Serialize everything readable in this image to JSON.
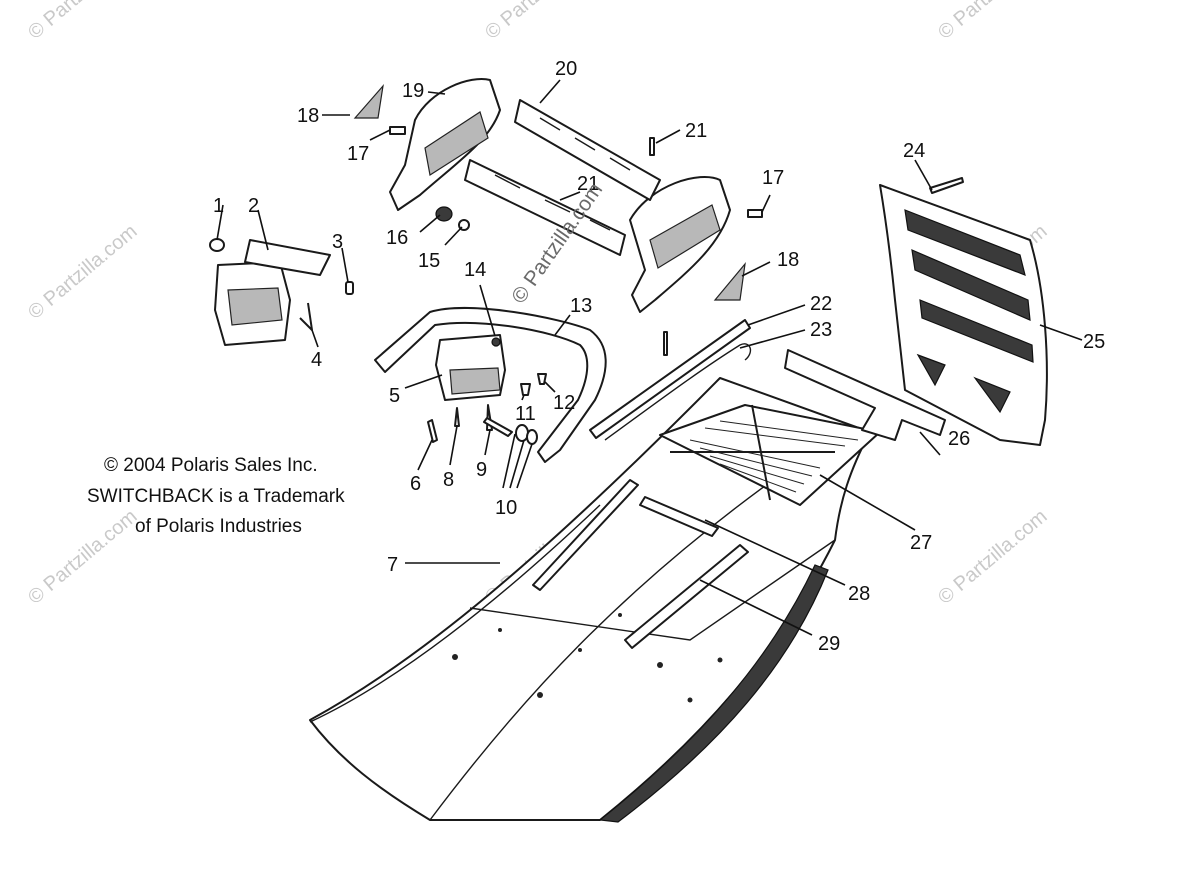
{
  "copyright": {
    "line1": "© 2004 Polaris Sales Inc.",
    "line2": "SWITCHBACK is a Trademark",
    "line3": "of Polaris Industries"
  },
  "watermark": {
    "text": "© Partzilla.com",
    "center_text": "© Partzilla.com"
  },
  "callouts": {
    "c1": "1",
    "c2": "2",
    "c3": "3",
    "c4": "4",
    "c5": "5",
    "c6": "6",
    "c7": "7",
    "c8": "8",
    "c9": "9",
    "c10": "10",
    "c11": "11",
    "c12": "12",
    "c13": "13",
    "c14": "14",
    "c15": "15",
    "c16": "16",
    "c17a": "17",
    "c17b": "17",
    "c18a": "18",
    "c18b": "18",
    "c19": "19",
    "c20": "20",
    "c21a": "21",
    "c21b": "21",
    "c22": "22",
    "c23": "23",
    "c24": "24",
    "c25": "25",
    "c26": "26",
    "c27": "27",
    "c28": "28",
    "c29": "29"
  },
  "colors": {
    "line": "#1a1a1a",
    "watermark": "#c9c9c9",
    "background": "#ffffff"
  }
}
